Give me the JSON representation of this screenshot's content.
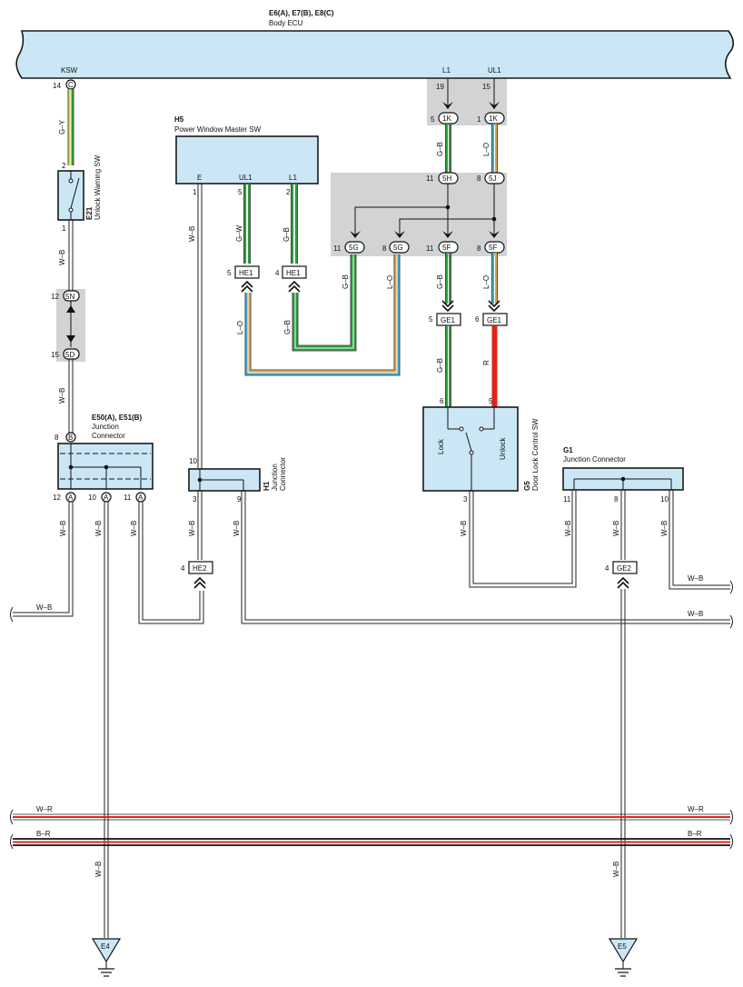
{
  "ecu": {
    "code": "E6(A), E7(B), E8(C)",
    "name": "Body ECU",
    "ksw": "KSW",
    "l1": "L1",
    "ul1": "UL1",
    "pin_ksw": "14",
    "conn_ksw": "C",
    "pin_l1": "19",
    "pin_ul1": "15"
  },
  "connectors": {
    "k1_left_pin": "5",
    "k1_right_pin": "1",
    "k1": "1K",
    "j5h": "5H",
    "j5j": "5J",
    "p11a": "11",
    "p8a": "8",
    "j5g": "5G",
    "j5f": "5F",
    "p11b": "11",
    "p8b": "8",
    "p11c": "11",
    "p8c": "8",
    "he1": "HE1",
    "he1_pin5": "5",
    "he1_pin4": "4",
    "ge1": "GE1",
    "ge1_pin5": "5",
    "ge1_pin6": "6",
    "n5n": "5N",
    "n5d": "5D",
    "n12": "12",
    "n15": "15",
    "he2": "HE2",
    "he2_pin": "4",
    "ge2": "GE2",
    "ge2_pin": "4"
  },
  "e21": {
    "code": "E21",
    "name": "Unlock Warning SW",
    "pin_top": "2",
    "pin_bottom": "1"
  },
  "h5": {
    "code": "H5",
    "name": "Power Window Master SW",
    "e": "E",
    "ul1": "UL1",
    "l1": "L1",
    "pin_e": "1",
    "pin_ul1": "5",
    "pin_l1": "2"
  },
  "e50": {
    "code": "E50(A), E51(B)",
    "name1": "Junction",
    "name2": "Connector",
    "pin_b": "8",
    "conn_b": "B",
    "pin12": "12",
    "pin10": "10",
    "pin11": "11",
    "conn_a": "A"
  },
  "h1": {
    "code": "H1",
    "name1": "Junction",
    "name2": "Connector",
    "pin10": "10",
    "pin3": "3",
    "pin9": "9"
  },
  "g5": {
    "code": "G5",
    "name": "Door Lock Control SW",
    "lock": "Lock",
    "unlock": "Unlock",
    "pin6": "6",
    "pin5": "5",
    "pin3": "3"
  },
  "g1": {
    "code": "G1",
    "name": "Junction Connector",
    "pin11": "11",
    "pin8": "8",
    "pin10": "10"
  },
  "wires": {
    "gy": "G–Y",
    "wb": "W–B",
    "gb": "G–B",
    "lo": "L–O",
    "gw": "G–W",
    "r": "R",
    "wr": "W–R",
    "br": "B–R"
  },
  "grounds": {
    "e4": "E4",
    "e5": "E5"
  },
  "colors": {
    "box": "#cbe7f6",
    "shade": "#d2d3d4",
    "green": "#2a9d3a",
    "blue": "#3fa9dc",
    "yellow": "#e0dd3a",
    "red": "#e2231a",
    "orange": "#e8a53a"
  }
}
